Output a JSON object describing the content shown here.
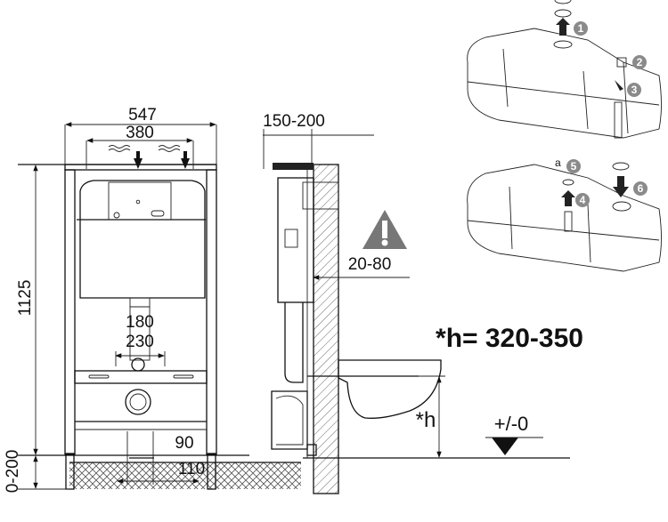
{
  "front_view": {
    "width_outer": "547",
    "width_inner": "380",
    "height": "1125",
    "leg_adjust": "0-200",
    "drain_spacing_1": "180",
    "drain_spacing_2": "230",
    "pipe_1": "90",
    "pipe_2": "110"
  },
  "side_view": {
    "depth": "150-200",
    "wall_gap": "20-80",
    "seat_height": "*h= 320-350",
    "h_label": "*h",
    "floor_level": "+/-0",
    "warning_icon": "warning-triangle"
  },
  "steps": {
    "labels": [
      "1",
      "2",
      "3",
      "4",
      "5",
      "6"
    ],
    "part_label": "a",
    "circle_color": "#8a8a8a"
  }
}
